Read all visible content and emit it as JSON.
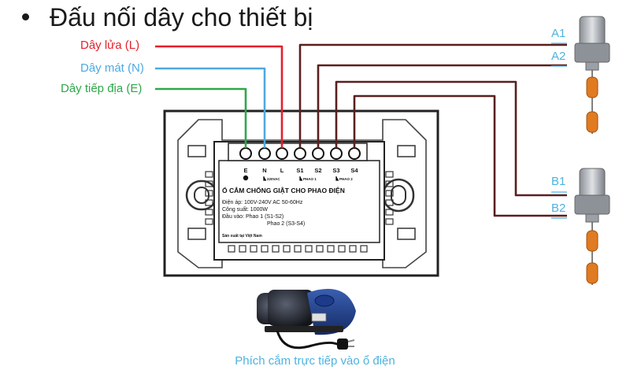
{
  "title": "Đấu nối dây cho thiết bị",
  "wires": {
    "live": {
      "label": "Dây lửa (L)",
      "color": "#e5202a"
    },
    "neutral": {
      "label": "Dây mát (N)",
      "color": "#4da9e0"
    },
    "earth": {
      "label": "Dây tiếp địa (E)",
      "color": "#2da84a"
    },
    "float_wire_color": "#5a1f1f"
  },
  "pump_labels": {
    "a1": "A1",
    "a2": "A2",
    "b1": "B1",
    "b2": "B2"
  },
  "device": {
    "terminals": [
      "E",
      "N",
      "L",
      "S1",
      "S2",
      "S3",
      "S4"
    ],
    "group_labels": {
      "power": "220VAC",
      "float1": "PHAO 1",
      "float2": "PHAO 2"
    },
    "name": "Ổ CẮM CHỐNG GIẬT CHO PHAO ĐIỆN",
    "spec_voltage": "Điện áp: 100V-240V AC 50-60Hz",
    "spec_power": "Công suất: 1000W",
    "spec_input_1": "Đầu vào: Phao 1 (S1-S2)",
    "spec_input_2": "Phao 2 (S3-S4)",
    "made_in": "Sản xuất tại Việt Nam"
  },
  "caption": "Phích cắm trực tiếp vào ổ điện"
}
